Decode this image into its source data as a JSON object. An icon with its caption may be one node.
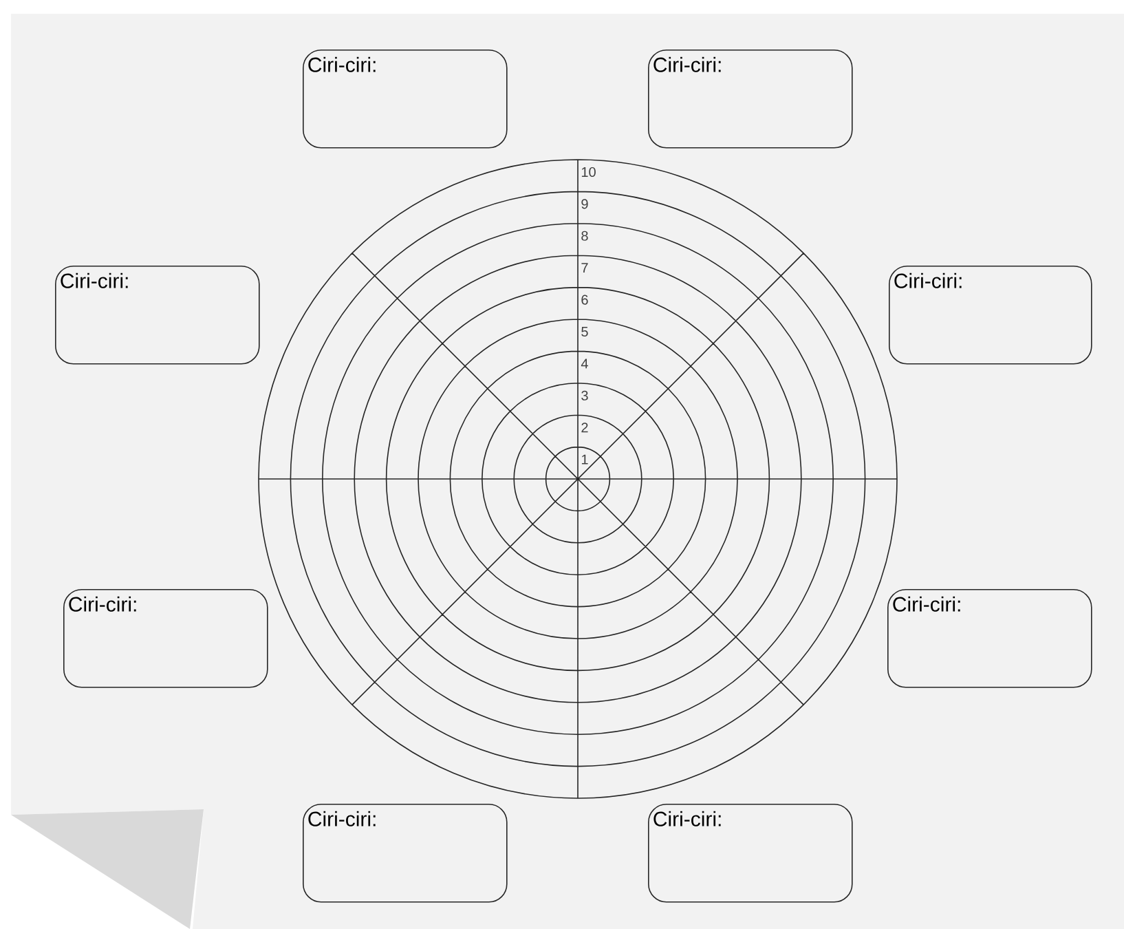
{
  "diagram": {
    "nodes": [
      {
        "text": [
          "Ciri-ciri:"
        ]
      },
      {
        "text": [
          "Ciri-ciri:"
        ]
      },
      {
        "text": [
          "Ciri-ciri:"
        ]
      },
      {
        "text": [
          "Ciri-ciri:"
        ]
      },
      {
        "text": [
          "Ciri-ciri:"
        ]
      },
      {
        "text": [
          "Ciri-ciri:"
        ]
      },
      {
        "text": [
          "Ciri-ciri:"
        ]
      },
      {
        "text": [
          "Ciri-ciri:"
        ]
      }
    ],
    "labels": [
      "10",
      "9",
      "8",
      "7",
      "6",
      "5",
      "4",
      "3",
      "2",
      "1"
    ]
  }
}
